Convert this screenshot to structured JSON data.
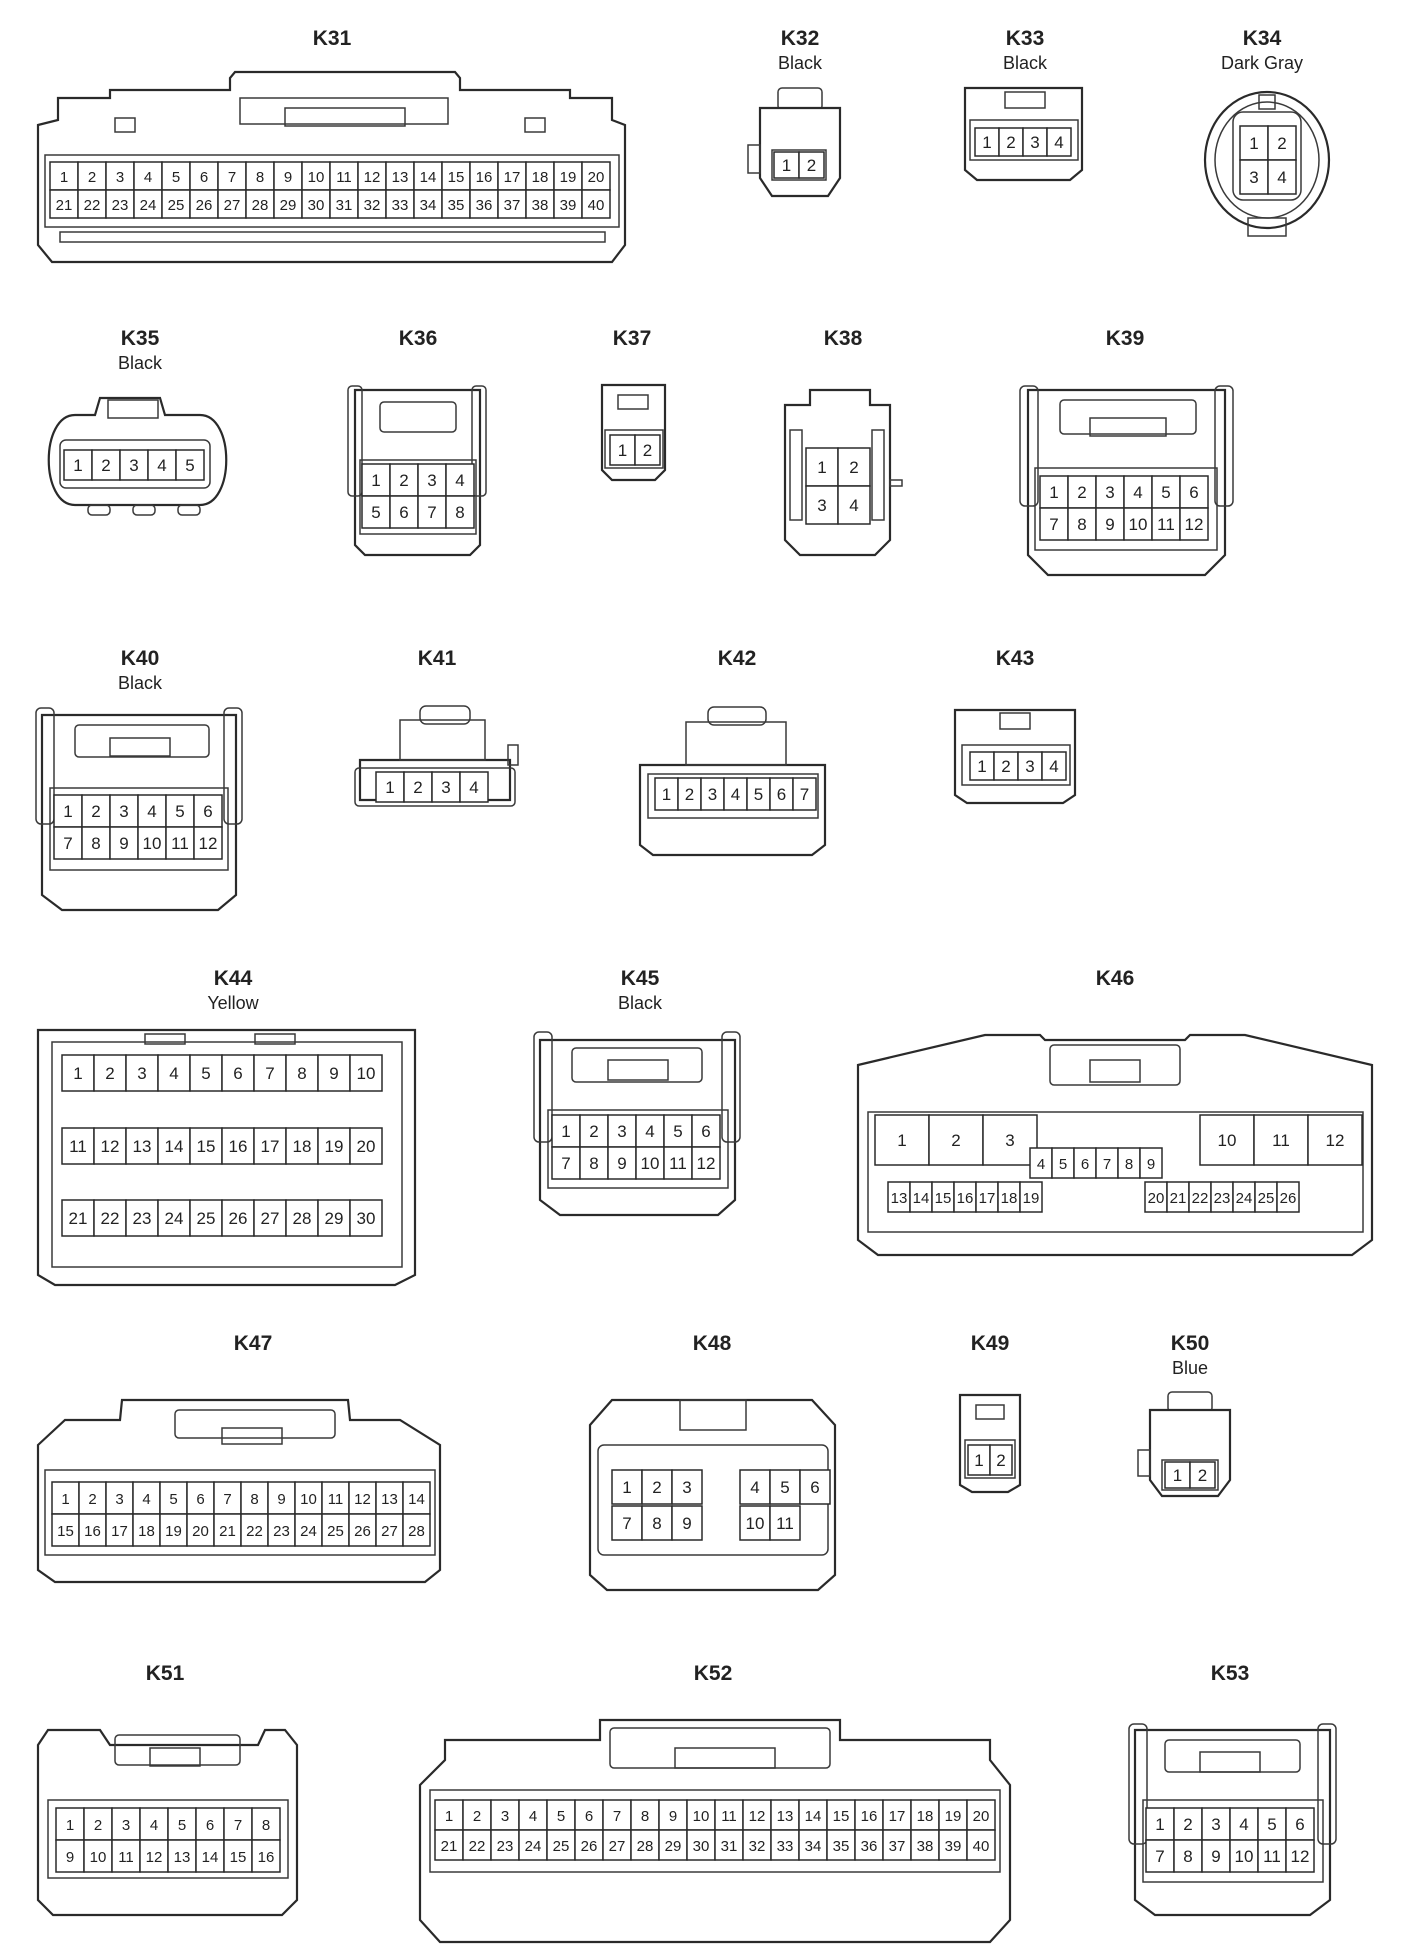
{
  "diagram": {
    "connectors": [
      {
        "id": "K31",
        "color": "",
        "rows": [
          [
            "1",
            "2",
            "3",
            "4",
            "5",
            "6",
            "7",
            "8",
            "9",
            "10",
            "11",
            "12",
            "13",
            "14",
            "15",
            "16",
            "17",
            "18",
            "19",
            "20"
          ],
          [
            "21",
            "22",
            "23",
            "24",
            "25",
            "26",
            "27",
            "28",
            "29",
            "30",
            "31",
            "32",
            "33",
            "34",
            "35",
            "36",
            "37",
            "38",
            "39",
            "40"
          ]
        ]
      },
      {
        "id": "K32",
        "color": "Black",
        "rows": [
          [
            "1",
            "2"
          ]
        ]
      },
      {
        "id": "K33",
        "color": "Black",
        "rows": [
          [
            "1",
            "2",
            "3",
            "4"
          ]
        ]
      },
      {
        "id": "K34",
        "color": "Dark Gray",
        "rows": [
          [
            "1",
            "2"
          ],
          [
            "3",
            "4"
          ]
        ]
      },
      {
        "id": "K35",
        "color": "Black",
        "rows": [
          [
            "1",
            "2",
            "3",
            "4",
            "5"
          ]
        ]
      },
      {
        "id": "K36",
        "color": "",
        "rows": [
          [
            "1",
            "2",
            "3",
            "4"
          ],
          [
            "5",
            "6",
            "7",
            "8"
          ]
        ]
      },
      {
        "id": "K37",
        "color": "",
        "rows": [
          [
            "1",
            "2"
          ]
        ]
      },
      {
        "id": "K38",
        "color": "",
        "rows": [
          [
            "1",
            "2"
          ],
          [
            "3",
            "4"
          ]
        ]
      },
      {
        "id": "K39",
        "color": "",
        "rows": [
          [
            "1",
            "2",
            "3",
            "4",
            "5",
            "6"
          ],
          [
            "7",
            "8",
            "9",
            "10",
            "11",
            "12"
          ]
        ]
      },
      {
        "id": "K40",
        "color": "Black",
        "rows": [
          [
            "1",
            "2",
            "3",
            "4",
            "5",
            "6"
          ],
          [
            "7",
            "8",
            "9",
            "10",
            "11",
            "12"
          ]
        ]
      },
      {
        "id": "K41",
        "color": "",
        "rows": [
          [
            "1",
            "2",
            "3",
            "4"
          ]
        ]
      },
      {
        "id": "K42",
        "color": "",
        "rows": [
          [
            "1",
            "2",
            "3",
            "4",
            "5",
            "6",
            "7"
          ]
        ]
      },
      {
        "id": "K43",
        "color": "",
        "rows": [
          [
            "1",
            "2",
            "3",
            "4"
          ]
        ]
      },
      {
        "id": "K44",
        "color": "Yellow",
        "rows": [
          [
            "1",
            "2",
            "3",
            "4",
            "5",
            "6",
            "7",
            "8",
            "9",
            "10"
          ],
          [
            "11",
            "12",
            "13",
            "14",
            "15",
            "16",
            "17",
            "18",
            "19",
            "20"
          ],
          [
            "21",
            "22",
            "23",
            "24",
            "25",
            "26",
            "27",
            "28",
            "29",
            "30"
          ]
        ]
      },
      {
        "id": "K45",
        "color": "Black",
        "rows": [
          [
            "1",
            "2",
            "3",
            "4",
            "5",
            "6"
          ],
          [
            "7",
            "8",
            "9",
            "10",
            "11",
            "12"
          ]
        ]
      },
      {
        "id": "K46",
        "color": "",
        "left_pins": [
          "1",
          "2",
          "3"
        ],
        "mid_pins": [
          "4",
          "5",
          "6",
          "7",
          "8",
          "9"
        ],
        "right_pins": [
          "10",
          "11",
          "12"
        ],
        "bottom_left": [
          "13",
          "14",
          "15",
          "16",
          "17",
          "18",
          "19"
        ],
        "bottom_right": [
          "20",
          "21",
          "22",
          "23",
          "24",
          "25",
          "26"
        ]
      },
      {
        "id": "K47",
        "color": "",
        "rows": [
          [
            "1",
            "2",
            "3",
            "4",
            "5",
            "6",
            "7",
            "8",
            "9",
            "10",
            "11",
            "12",
            "13",
            "14"
          ],
          [
            "15",
            "16",
            "17",
            "18",
            "19",
            "20",
            "21",
            "22",
            "23",
            "24",
            "25",
            "26",
            "27",
            "28"
          ]
        ]
      },
      {
        "id": "K48",
        "color": "",
        "left_rows": [
          [
            "1",
            "2",
            "3"
          ],
          [
            "7",
            "8",
            "9"
          ]
        ],
        "right_rows": [
          [
            "4",
            "5",
            "6"
          ],
          [
            "10",
            "11"
          ]
        ]
      },
      {
        "id": "K49",
        "color": "",
        "rows": [
          [
            "1",
            "2"
          ]
        ]
      },
      {
        "id": "K50",
        "color": "Blue",
        "rows": [
          [
            "1",
            "2"
          ]
        ]
      },
      {
        "id": "K51",
        "color": "",
        "rows": [
          [
            "1",
            "2",
            "3",
            "4",
            "5",
            "6",
            "7",
            "8"
          ],
          [
            "9",
            "10",
            "11",
            "12",
            "13",
            "14",
            "15",
            "16"
          ]
        ]
      },
      {
        "id": "K52",
        "color": "",
        "rows": [
          [
            "1",
            "2",
            "3",
            "4",
            "5",
            "6",
            "7",
            "8",
            "9",
            "10",
            "11",
            "12",
            "13",
            "14",
            "15",
            "16",
            "17",
            "18",
            "19",
            "20"
          ],
          [
            "21",
            "22",
            "23",
            "24",
            "25",
            "26",
            "27",
            "28",
            "29",
            "30",
            "31",
            "32",
            "33",
            "34",
            "35",
            "36",
            "37",
            "38",
            "39",
            "40"
          ]
        ]
      },
      {
        "id": "K53",
        "color": "",
        "rows": [
          [
            "1",
            "2",
            "3",
            "4",
            "5",
            "6"
          ],
          [
            "7",
            "8",
            "9",
            "10",
            "11",
            "12"
          ]
        ]
      }
    ]
  }
}
